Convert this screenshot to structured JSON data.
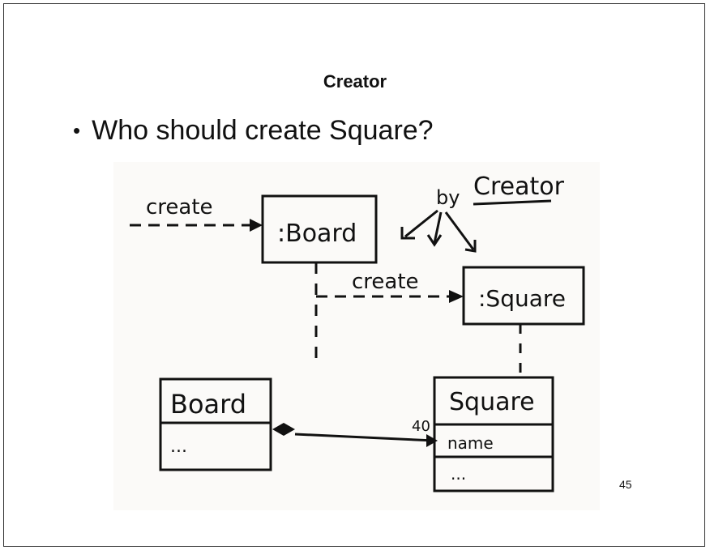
{
  "slide": {
    "title": "Creator",
    "bullet": "Who should create Square?",
    "page_number": "45"
  },
  "diagram": {
    "create_label_left": "create",
    "create_label_middle": "create",
    "by_label": "by",
    "creator_label": "Creator",
    "board_instance": ":Board",
    "square_instance": ":Square",
    "board_class": "Board",
    "board_class_attr": "...",
    "square_class": "Square",
    "square_class_attr1": "name",
    "square_class_attr2": "...",
    "multiplicity": "40"
  }
}
